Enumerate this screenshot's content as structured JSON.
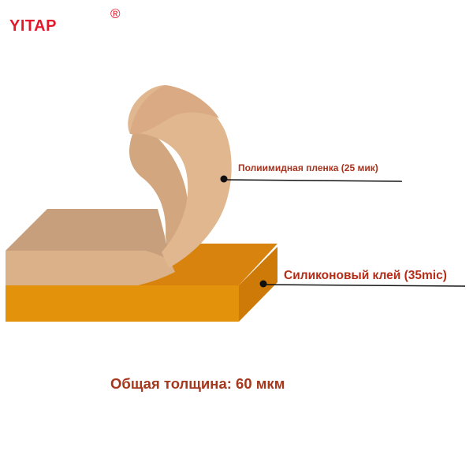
{
  "brand": {
    "name": "YITAP",
    "registered_mark": "®"
  },
  "diagram": {
    "layers": [
      {
        "label": "Полиимидная пленка (25 мик)",
        "color": "#dfb68c",
        "pointer_color": "#111111"
      },
      {
        "label": "Силиконовый клей (35mic)",
        "color": "#e3920c",
        "pointer_color": "#111111"
      }
    ],
    "total_thickness": "Общая толщина: 60 мкм"
  },
  "colors": {
    "brand_red": "#e3192b",
    "text_brown": "#a8331e",
    "film_face": "#dfb68c",
    "film_top": "#c99e79",
    "adhesive_front": "#e3920c",
    "adhesive_top": "#d8830e",
    "adhesive_side": "#c97708"
  }
}
